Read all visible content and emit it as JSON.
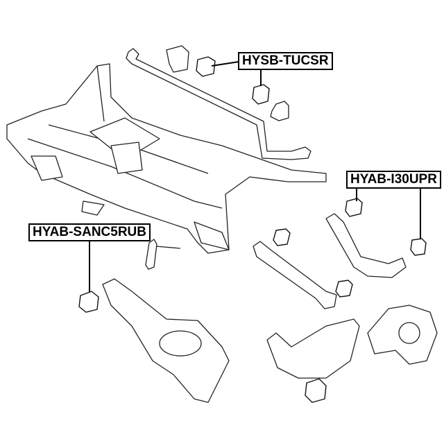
{
  "labels": {
    "stabilizer_bushing": "HYSB-TUCSR",
    "upper_arm_bushing": "HYAB-I30UPR",
    "trailing_arm_bushing": "HYAB-SANC5RUB"
  },
  "colors": {
    "line": "#222222",
    "label_border": "#000000"
  }
}
